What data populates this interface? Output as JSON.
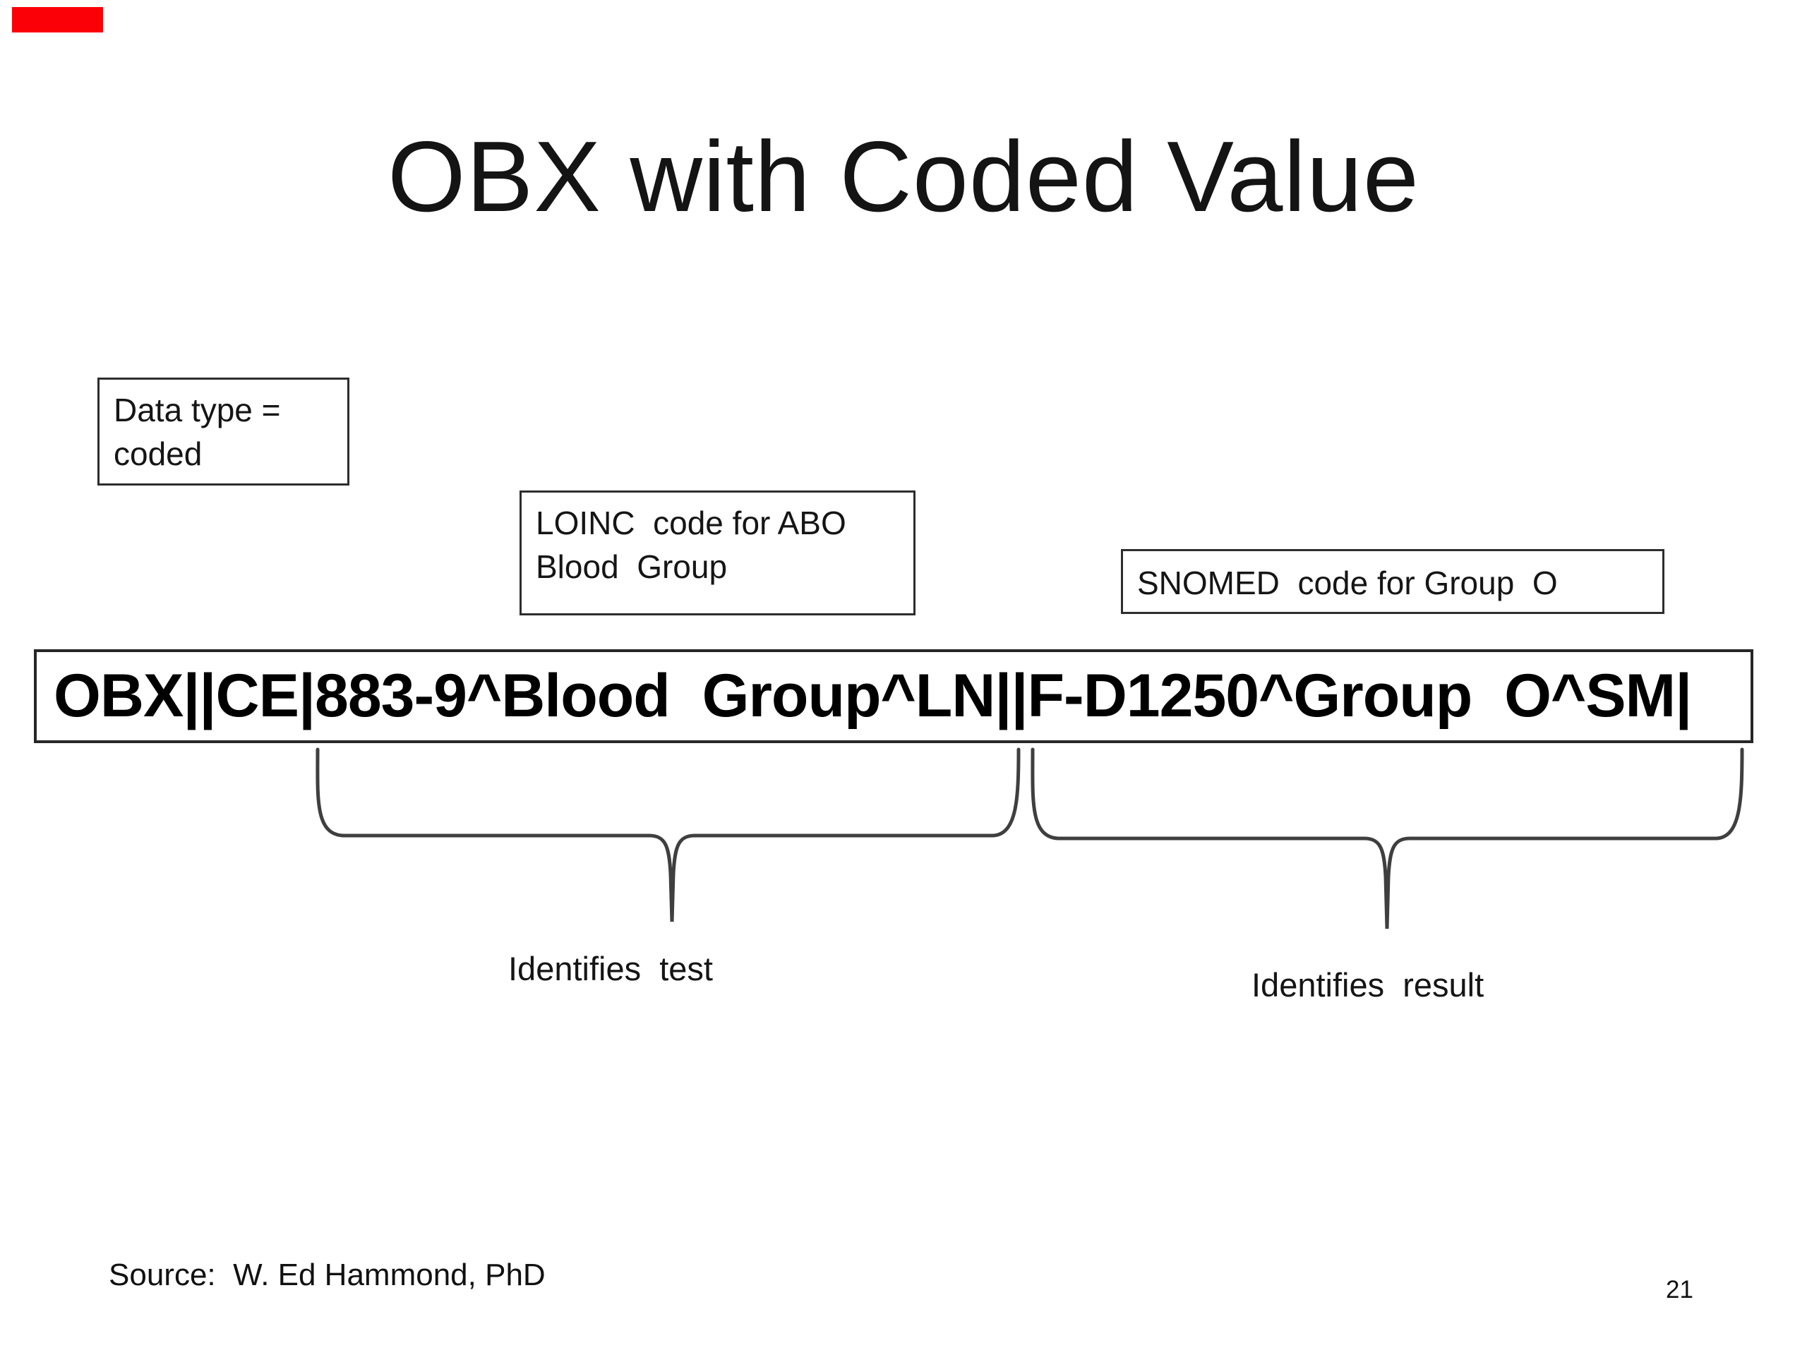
{
  "slide": {
    "title": "OBX with Coded Value",
    "message": "OBX||CE|883-9^Blood  Group^LN||F-D1250^Group  O^SM|",
    "callouts": {
      "data_type": "Data type =\ncoded",
      "loinc": "LOINC  code for ABO\nBlood  Group",
      "snomed": "SNOMED  code for Group  O"
    },
    "brace_labels": {
      "test": "Identifies  test",
      "result": "Identifies  result"
    },
    "footer": {
      "source": "Source:  W. Ed Hammond, PhD",
      "page_number": "21"
    },
    "colors": {
      "marker_red": "#fb0007",
      "text": "#151515",
      "border": "#2d2d2d",
      "brace": "#3f3f3f"
    }
  }
}
